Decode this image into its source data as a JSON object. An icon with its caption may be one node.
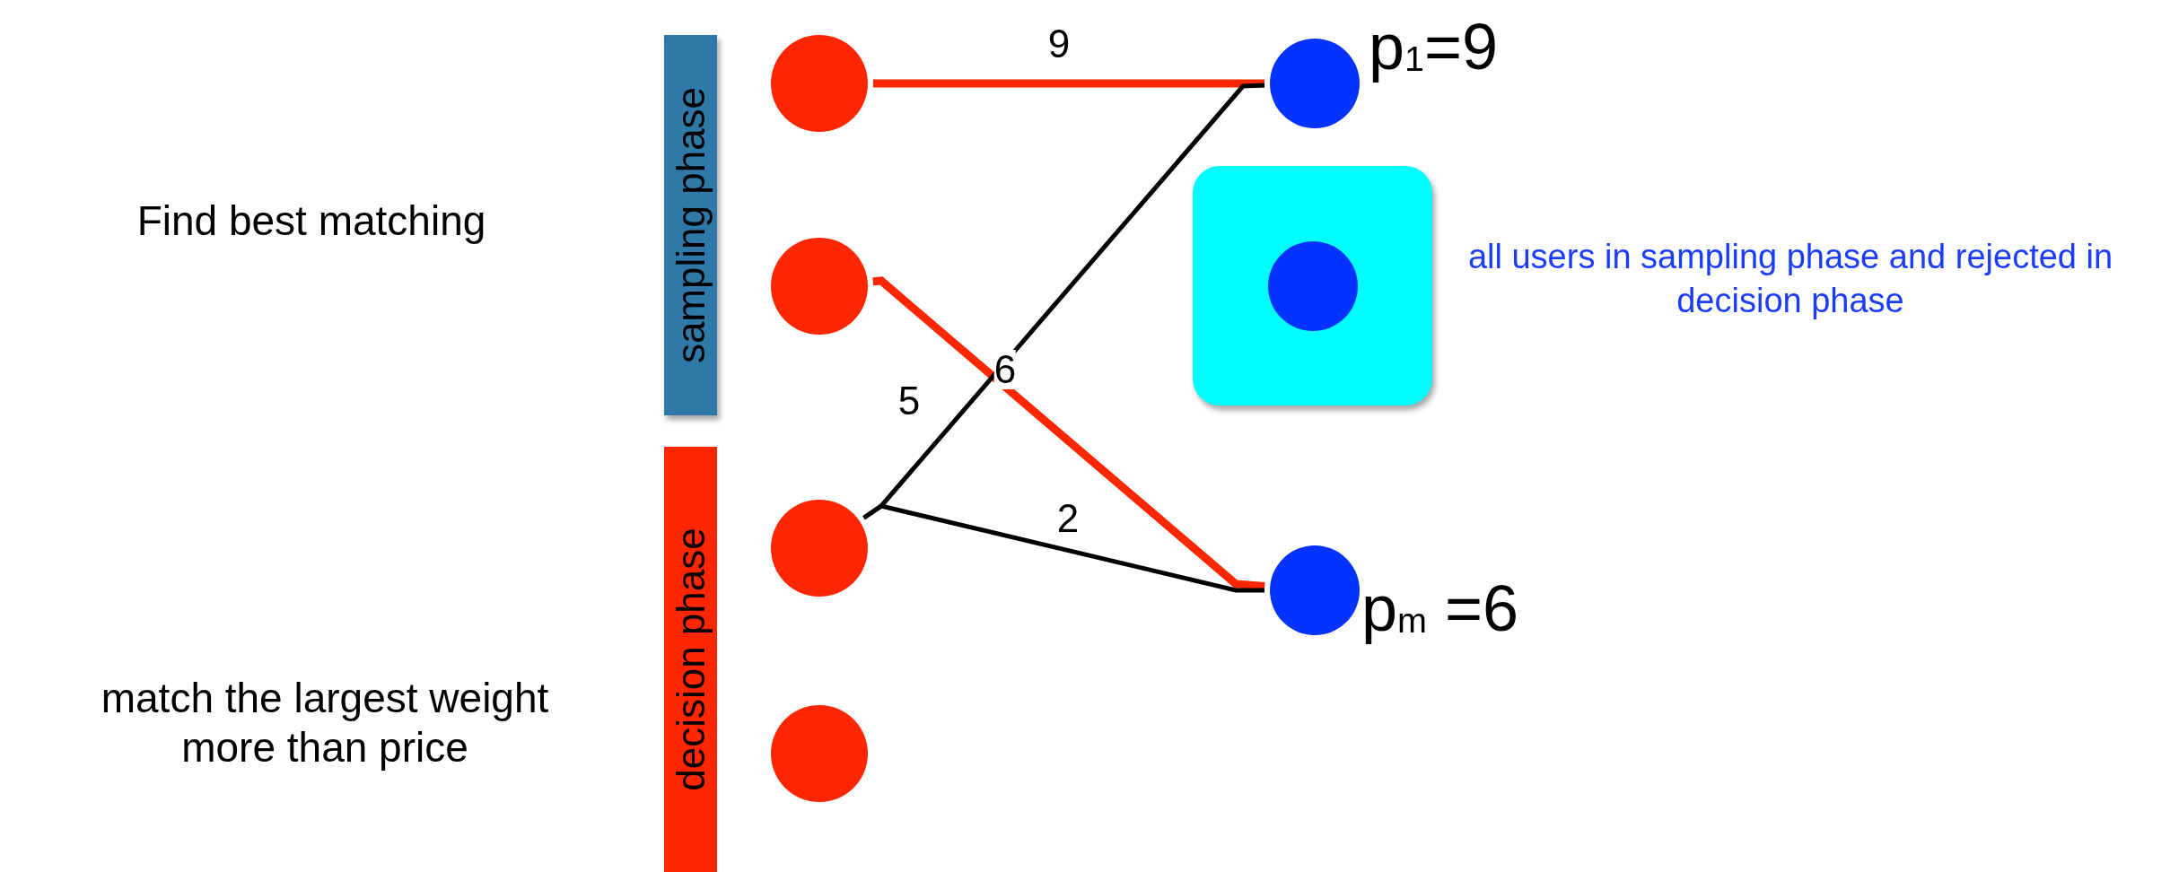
{
  "diagram": {
    "nodes": [
      {
        "text": [
          "sampling phase"
        ]
      },
      {
        "text": [
          "decision phase"
        ]
      },
      {
        "text": [],
        "shape": "circle"
      },
      {
        "text": [],
        "shape": "circle"
      },
      {
        "text": [],
        "shape": "circle"
      },
      {
        "text": [],
        "shape": "circle"
      },
      {
        "text": [],
        "shape": "circle",
        "beside": [
          "p$_{1}$=9"
        ]
      },
      {
        "text": [],
        "shape": "box",
        "beside": [
          "all users in sampling phase and rejected in decision phase"
        ]
      },
      {
        "text": [],
        "shape": "circle",
        "in": 7
      },
      {
        "text": [],
        "shape": "circle",
        "beside": [
          "p$_{m}$ =6"
        ]
      }
    ],
    "edges": [
      {
        "from": 2,
        "to": 6,
        "arrow": "none",
        "label": "9",
        "style": "thick",
        "color": "#ff2600"
      },
      {
        "from": 3,
        "to": 9,
        "arrow": "none",
        "label": "6",
        "style": "thick",
        "color": "#ff2600"
      },
      {
        "from": 4,
        "to": 6,
        "arrow": "none",
        "label": "5",
        "color": "#000000"
      },
      {
        "from": 4,
        "to": 9,
        "arrow": "none",
        "label": "2",
        "color": "#000000"
      }
    ],
    "labels": [
      "Find best matching",
      "match the largest weight more than price"
    ]
  }
}
